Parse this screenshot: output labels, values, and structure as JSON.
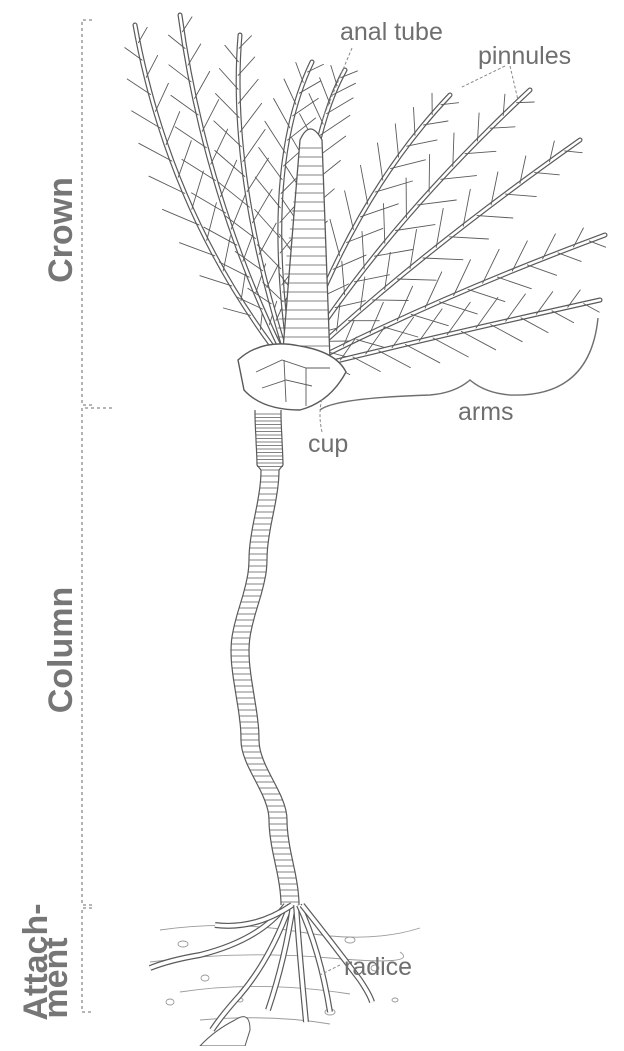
{
  "labels": {
    "anal_tube": "anal tube",
    "pinnules": "pinnules",
    "arms": "arms",
    "cup": "cup",
    "radice": "radice"
  },
  "sections": {
    "crown": "Crown",
    "column": "Column",
    "attachment_1": "Attach-",
    "attachment_2": "ment"
  },
  "colors": {
    "ink": "#5a5a5a",
    "label": "#6f6f6f",
    "section": "#767676",
    "background": "#ffffff"
  }
}
